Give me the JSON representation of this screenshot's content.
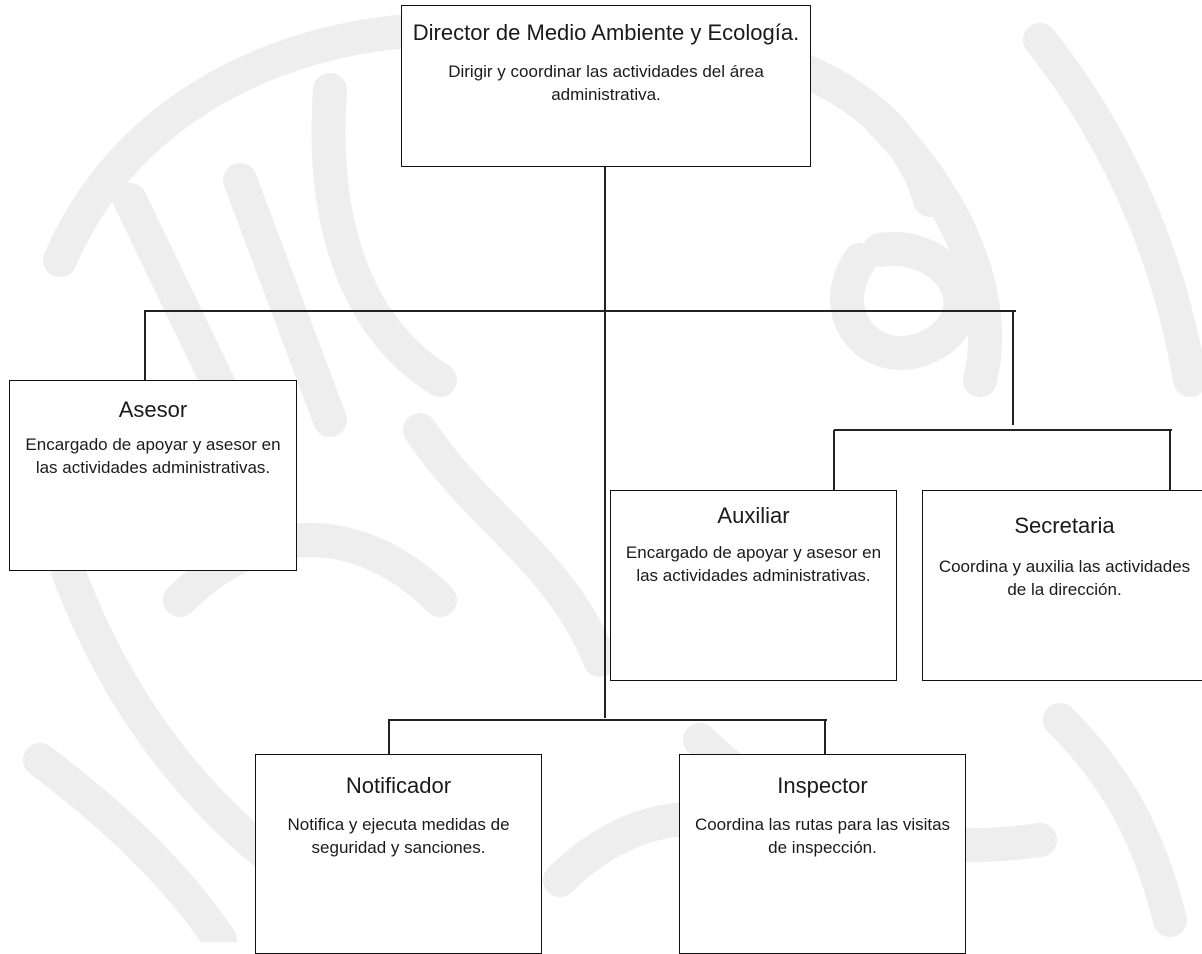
{
  "nodes": {
    "director": {
      "title": "Director de Medio Ambiente y Ecología.",
      "desc": "Dirigir y coordinar las actividades del área administrativa."
    },
    "asesor": {
      "title": "Asesor",
      "desc": "Encargado de apoyar y asesor en las actividades administrativas."
    },
    "auxiliar": {
      "title": "Auxiliar",
      "desc": "Encargado de apoyar y asesor en las actividades administrativas."
    },
    "secretaria": {
      "title": "Secretaria",
      "desc": "Coordina y auxilia las actividades de la dirección."
    },
    "notificador": {
      "title": "Notificador",
      "desc": "Notifica y ejecuta medidas de seguridad y sanciones."
    },
    "inspector": {
      "title": "Inspector",
      "desc": "Coordina las rutas para las visitas de inspección."
    }
  },
  "colors": {
    "line": "#222222",
    "border": "#111111",
    "watermark": "#eeeeee"
  }
}
